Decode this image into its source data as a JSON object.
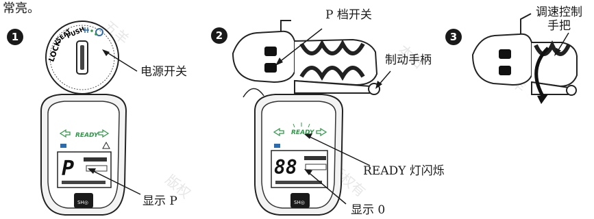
{
  "intro_text": "常亮。",
  "steps": [
    {
      "number": "1"
    },
    {
      "number": "2"
    },
    {
      "number": "3"
    }
  ],
  "labels": {
    "power_switch": "电源开关",
    "p_gear_switch": "P 档开关",
    "brake_lever": "制动手柄",
    "speed_grip": "调速控制\n手把",
    "ready_flash": "READY 灯闪烁",
    "show_p": "显示 P",
    "show_0": "显示 0"
  },
  "ignition": {
    "lock": "LOCK",
    "seat": "SEAT",
    "push": "PUSH"
  },
  "display": {
    "ready": "READY",
    "char_p": "P",
    "char_0": "88",
    "brand": "SH◎"
  },
  "watermark": "五羊-本田 版权所有",
  "colors": {
    "ready_indicator": "#2e9a47",
    "arrow_indicator": "#2e9a47",
    "battery_indicator": "#2b6cb0"
  }
}
